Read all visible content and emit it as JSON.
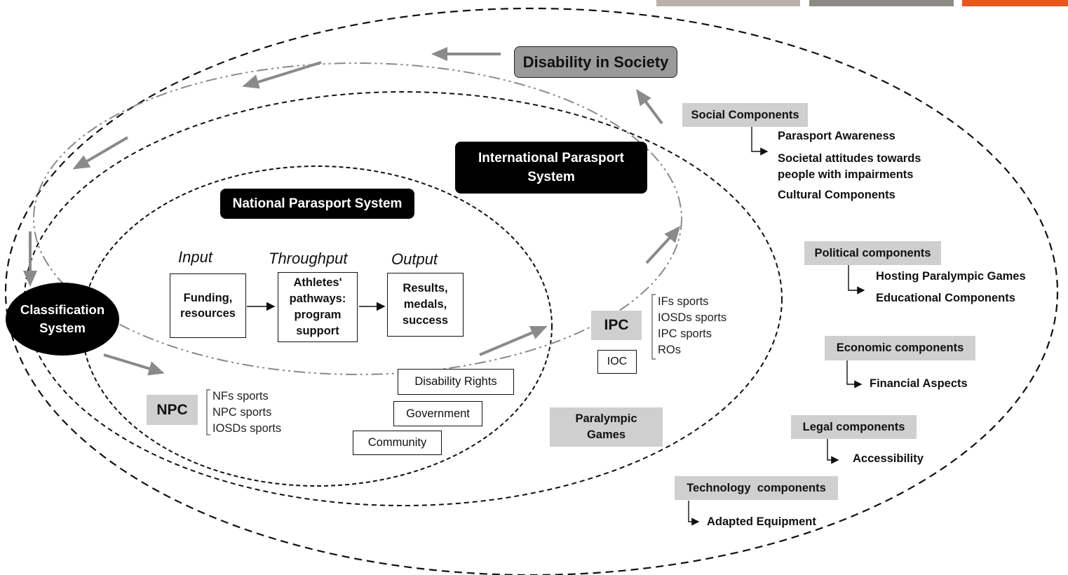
{
  "title": "Disability in Society",
  "classification": "Classification System",
  "international_system": "International Parasport System",
  "national_system": "National Parasport System",
  "flow": {
    "input_heading": "Input",
    "throughput_heading": "Throughput",
    "output_heading": "Output",
    "input_box": "Funding, resources",
    "throughput_box": "Athletes' pathways: program support",
    "output_box": "Results, medals, success"
  },
  "npc": {
    "label": "NPC",
    "items": [
      "NFs sports",
      "NPC sports",
      "IOSDs sports"
    ]
  },
  "ipc": {
    "label": "IPC",
    "items": [
      "IFs sports",
      "IOSDs sports",
      "IPC sports",
      "ROs"
    ],
    "ioc": "IOC"
  },
  "paralympic_games": "Paralympic Games",
  "stakeholders": [
    "Disability Rights",
    "Government",
    "Community"
  ],
  "components": [
    {
      "label": "Social Components",
      "items": [
        "Parasport Awareness",
        "Societal attitudes towards people with impairments",
        "Cultural Components"
      ]
    },
    {
      "label": "Political components",
      "items": [
        "Hosting Paralympic Games",
        "Educational Components"
      ]
    },
    {
      "label": "Economic components",
      "items": [
        "Financial Aspects"
      ]
    },
    {
      "label": "Legal components",
      "items": [
        "Accessibility"
      ]
    },
    {
      "label": "Technology  components",
      "items": [
        "Adapted Equipment"
      ]
    }
  ],
  "colors": {
    "gray_box": "#cfcfcf",
    "title_box": "#9a9a9a",
    "accent_orange": "#e8561c",
    "arrow_gray": "#8a8a8a"
  }
}
